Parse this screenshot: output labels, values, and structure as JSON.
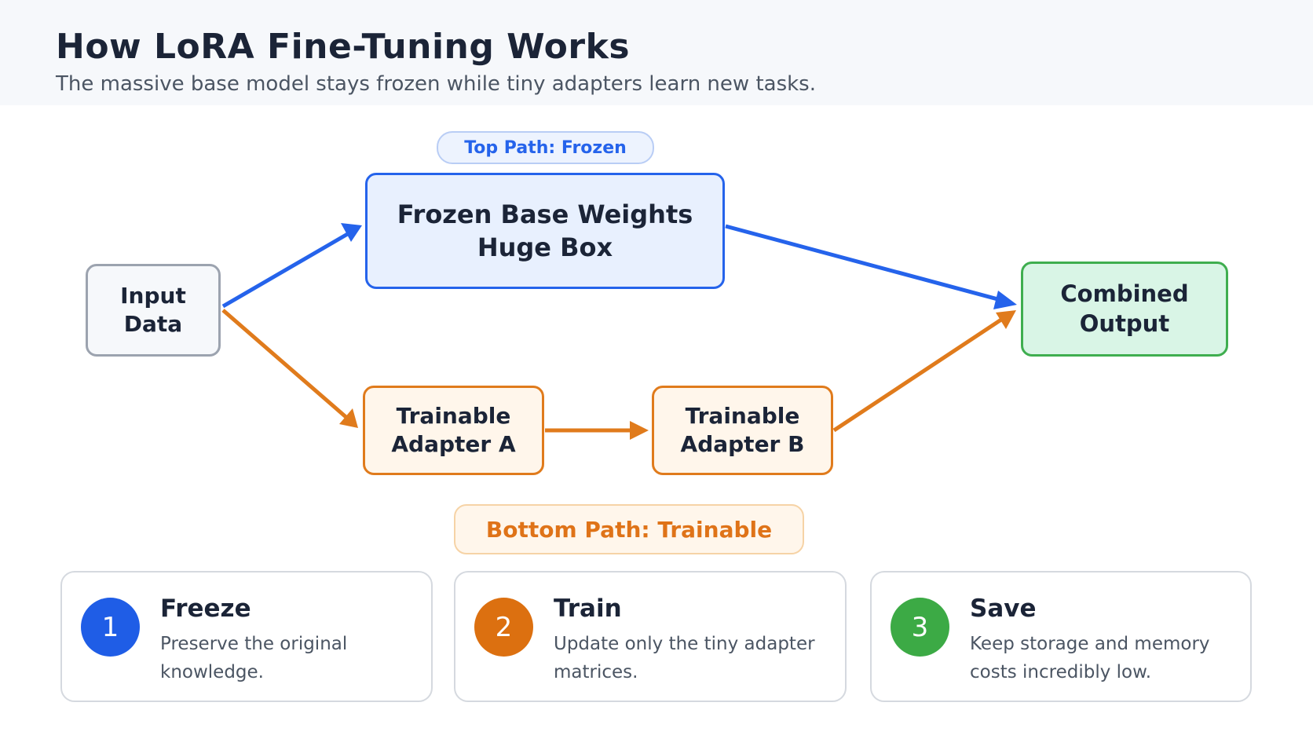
{
  "header": {
    "title": "How LoRA Fine-Tuning Works",
    "subtitle": "The massive base model stays frozen while tiny adapters learn new tasks."
  },
  "diagram": {
    "top_path_label": "Top Path: Frozen",
    "bottom_path_label": "Bottom Path: Trainable",
    "nodes": {
      "input": [
        "Input",
        "Data"
      ],
      "frozen": [
        "Frozen Base Weights",
        "Huge Box"
      ],
      "adapter_a": [
        "Trainable",
        "Adapter A"
      ],
      "adapter_b": [
        "Trainable",
        "Adapter B"
      ],
      "output": [
        "Combined",
        "Output"
      ]
    },
    "colors": {
      "frozen": "#2563eb",
      "trainable": "#e07b1c",
      "output": "#3fae4f",
      "input": "#9ca3af"
    }
  },
  "steps": [
    {
      "number": "1",
      "title": "Freeze",
      "description": "Preserve the original knowledge.",
      "color": "#1f5de6"
    },
    {
      "number": "2",
      "title": "Train",
      "description": "Update only the tiny adapter matrices.",
      "color": "#dc7010"
    },
    {
      "number": "3",
      "title": "Save",
      "description": "Keep storage and memory costs incredibly low.",
      "color": "#3caa45"
    }
  ]
}
